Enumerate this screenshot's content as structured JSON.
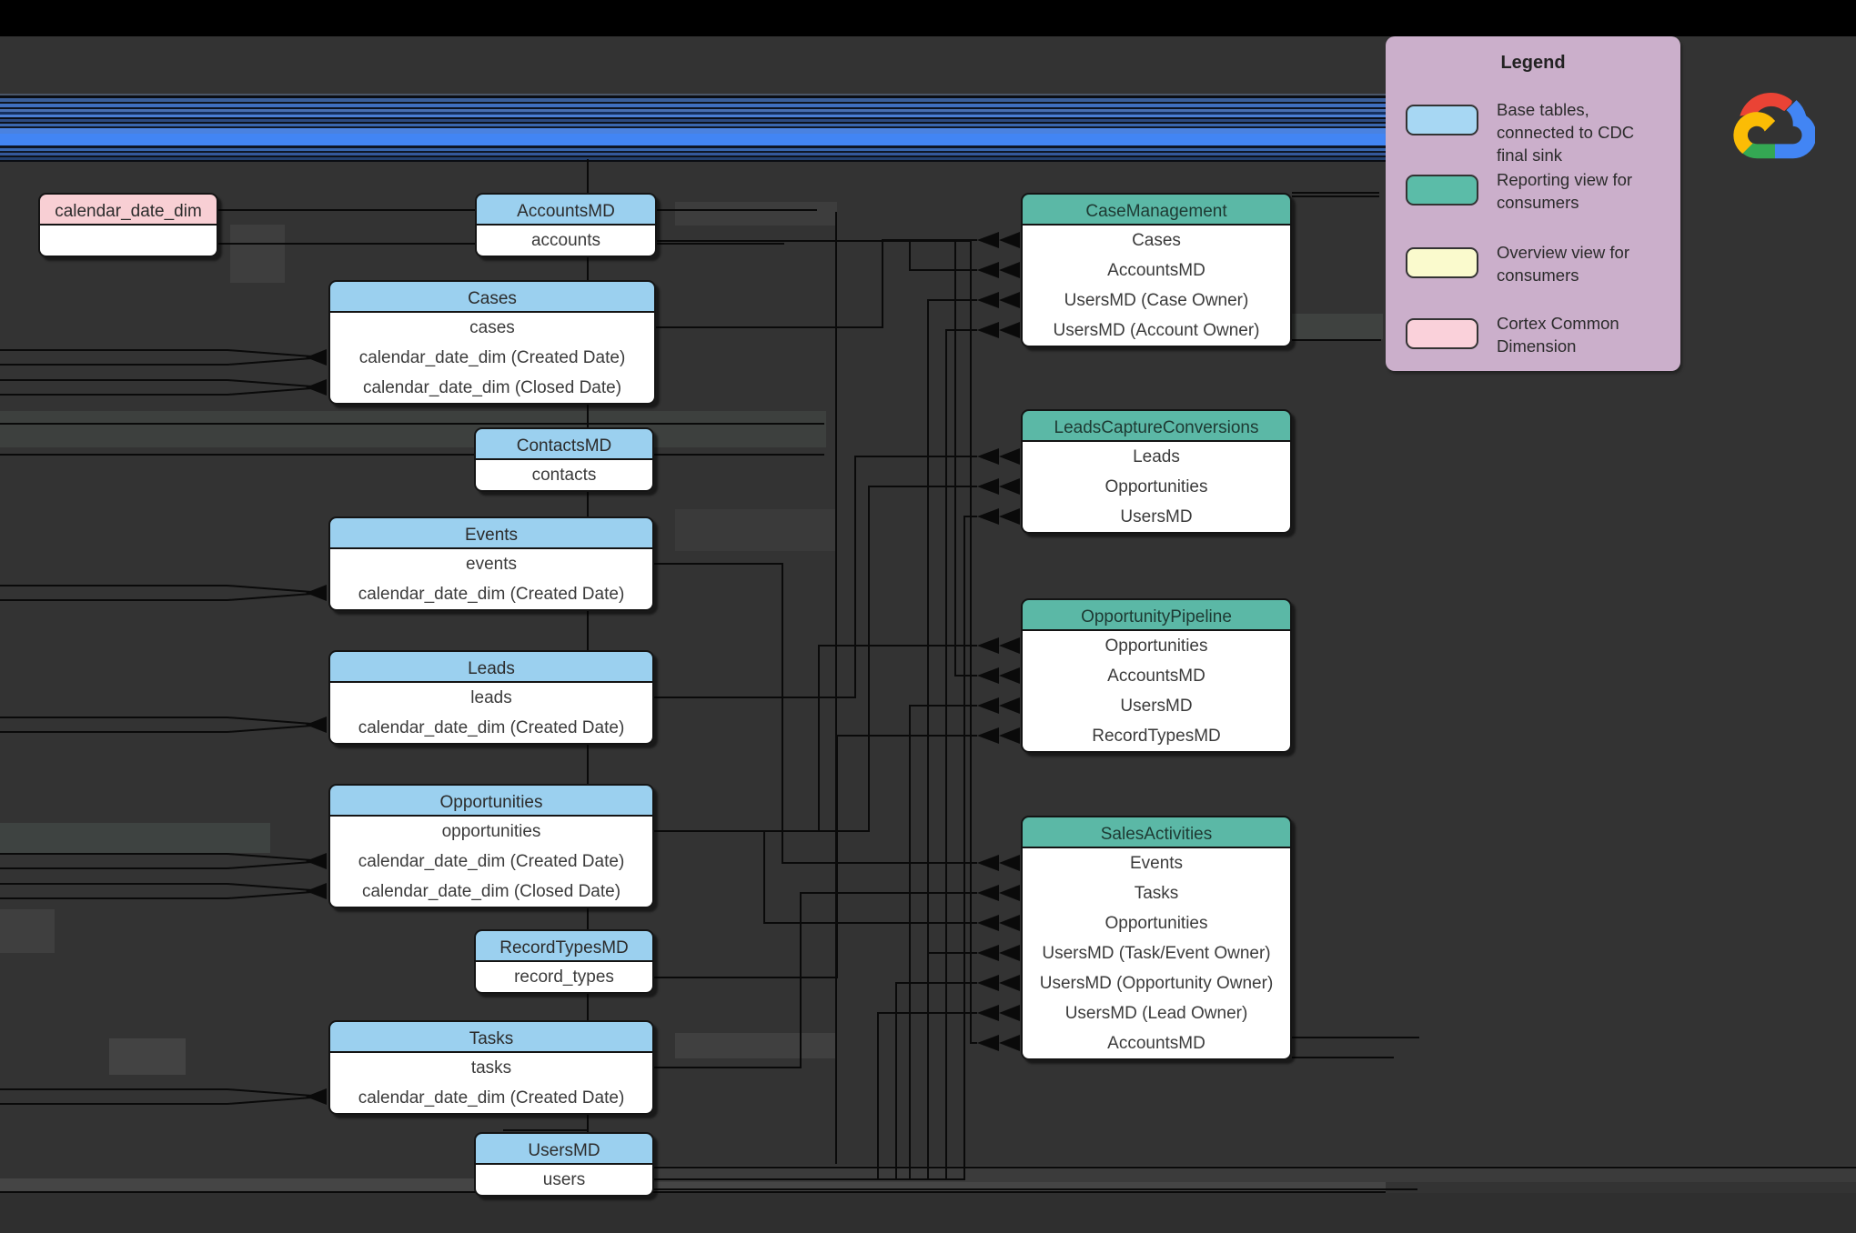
{
  "legend": {
    "title": "Legend",
    "items": [
      {
        "name": "base-tables",
        "color": "#a7d7f3",
        "label": "Base tables, connected to CDC final sink"
      },
      {
        "name": "reporting-view",
        "color": "#5bbca8",
        "label": "Reporting view for consumers"
      },
      {
        "name": "overview-view",
        "color": "#fafacd",
        "label": "Overview view for consumers"
      },
      {
        "name": "cortex-common-dimension",
        "color": "#fad1da",
        "label": "Cortex Common Dimension"
      }
    ]
  },
  "logo": {
    "name": "google-cloud-logo"
  },
  "colors": {
    "background": "#333333",
    "base_table_header": "#9bd0ef",
    "reporting_view_header": "#5bb8a6",
    "dimension_header": "#f8cfd4",
    "legend_background": "#cbafcb",
    "title_band_blue": "#4285f4"
  },
  "tables": {
    "calendar_date_dim": {
      "title": "calendar_date_dim",
      "rows": [
        " "
      ]
    },
    "accountsmd": {
      "title": "AccountsMD",
      "rows": [
        "accounts"
      ]
    },
    "cases": {
      "title": "Cases",
      "rows": [
        "cases",
        "calendar_date_dim (Created Date)",
        "calendar_date_dim (Closed Date)"
      ]
    },
    "contactsmd": {
      "title": "ContactsMD",
      "rows": [
        "contacts"
      ]
    },
    "events": {
      "title": "Events",
      "rows": [
        "events",
        "calendar_date_dim (Created Date)"
      ]
    },
    "leads": {
      "title": "Leads",
      "rows": [
        "leads",
        "calendar_date_dim (Created Date)"
      ]
    },
    "opportunities": {
      "title": "Opportunities",
      "rows": [
        "opportunities",
        "calendar_date_dim (Created Date)",
        "calendar_date_dim (Closed Date)"
      ]
    },
    "recordtypesmd": {
      "title": "RecordTypesMD",
      "rows": [
        "record_types"
      ]
    },
    "tasks": {
      "title": "Tasks",
      "rows": [
        "tasks",
        "calendar_date_dim (Created Date)"
      ]
    },
    "usersmd": {
      "title": "UsersMD",
      "rows": [
        "users"
      ]
    },
    "casemanagement": {
      "title": "CaseManagement",
      "rows": [
        "Cases",
        "AccountsMD",
        "UsersMD (Case Owner)",
        "UsersMD (Account Owner)"
      ]
    },
    "leadscaptureconversions": {
      "title": "LeadsCaptureConversions",
      "rows": [
        "Leads",
        "Opportunities",
        "UsersMD"
      ]
    },
    "opportunitypipeline": {
      "title": "OpportunityPipeline",
      "rows": [
        "Opportunities",
        "AccountsMD",
        "UsersMD",
        "RecordTypesMD"
      ]
    },
    "salesactivities": {
      "title": "SalesActivities",
      "rows": [
        "Events",
        "Tasks",
        "Opportunities",
        "UsersMD (Task/Event Owner)",
        "UsersMD (Opportunity Owner)",
        "UsersMD (Lead Owner)",
        "AccountsMD"
      ]
    }
  }
}
